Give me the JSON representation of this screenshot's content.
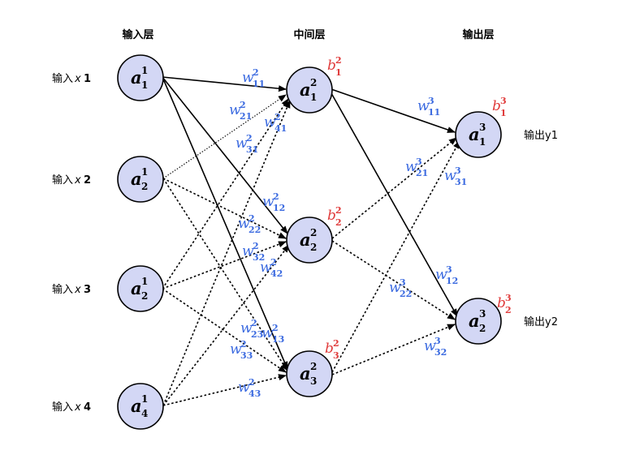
{
  "colors": {
    "weight": "#3c6be0",
    "bias": "#e03c3c",
    "node_fill": "#d3d7f5",
    "node_stroke": "#000000"
  },
  "layers": {
    "input": {
      "title": "输入层"
    },
    "hidden": {
      "title": "中间层"
    },
    "output": {
      "title": "输出层"
    }
  },
  "inputs": [
    {
      "prefix": "输入",
      "var": "x",
      "index": "1"
    },
    {
      "prefix": "输入",
      "var": "x",
      "index": "2"
    },
    {
      "prefix": "输入",
      "var": "x",
      "index": "3"
    },
    {
      "prefix": "输入",
      "var": "x",
      "index": "4"
    }
  ],
  "outputs": [
    {
      "label": "输出y1"
    },
    {
      "label": "输出y2"
    }
  ],
  "nodes": {
    "input": [
      {
        "base": "a",
        "sup": "1",
        "sub": "1"
      },
      {
        "base": "a",
        "sup": "1",
        "sub": "2"
      },
      {
        "base": "a",
        "sup": "1",
        "sub": "2"
      },
      {
        "base": "a",
        "sup": "1",
        "sub": "4"
      }
    ],
    "hidden": [
      {
        "base": "a",
        "sup": "2",
        "sub": "1"
      },
      {
        "base": "a",
        "sup": "2",
        "sub": "2"
      },
      {
        "base": "a",
        "sup": "2",
        "sub": "3"
      }
    ],
    "output": [
      {
        "base": "a",
        "sup": "3",
        "sub": "1"
      },
      {
        "base": "a",
        "sup": "3",
        "sub": "2"
      }
    ]
  },
  "biases": [
    {
      "base": "b",
      "sup": "2",
      "sub": "1"
    },
    {
      "base": "b",
      "sup": "2",
      "sub": "2"
    },
    {
      "base": "b",
      "sup": "2",
      "sub": "3"
    },
    {
      "base": "b",
      "sup": "3",
      "sub": "1"
    },
    {
      "base": "b",
      "sup": "3",
      "sub": "2"
    }
  ],
  "weights": [
    {
      "base": "w",
      "sup": "2",
      "sub": "11"
    },
    {
      "base": "w",
      "sup": "2",
      "sub": "21"
    },
    {
      "base": "w",
      "sup": "2",
      "sub": "41"
    },
    {
      "base": "w",
      "sup": "2",
      "sub": "31"
    },
    {
      "base": "w",
      "sup": "2",
      "sub": "12"
    },
    {
      "base": "w",
      "sup": "2",
      "sub": "22"
    },
    {
      "base": "w",
      "sup": "2",
      "sub": "32"
    },
    {
      "base": "w",
      "sup": "2",
      "sub": "42"
    },
    {
      "base": "w",
      "sup": "2",
      "sub": "23"
    },
    {
      "base": "w",
      "sup": "2",
      "sub": "13"
    },
    {
      "base": "w",
      "sup": "2",
      "sub": "33"
    },
    {
      "base": "w",
      "sup": "2",
      "sub": "43"
    },
    {
      "base": "w",
      "sup": "3",
      "sub": "11"
    },
    {
      "base": "w",
      "sup": "3",
      "sub": "21"
    },
    {
      "base": "w",
      "sup": "3",
      "sub": "31"
    },
    {
      "base": "w",
      "sup": "3",
      "sub": "12"
    },
    {
      "base": "w",
      "sup": "3",
      "sub": "22"
    },
    {
      "base": "w",
      "sup": "3",
      "sub": "32"
    }
  ]
}
